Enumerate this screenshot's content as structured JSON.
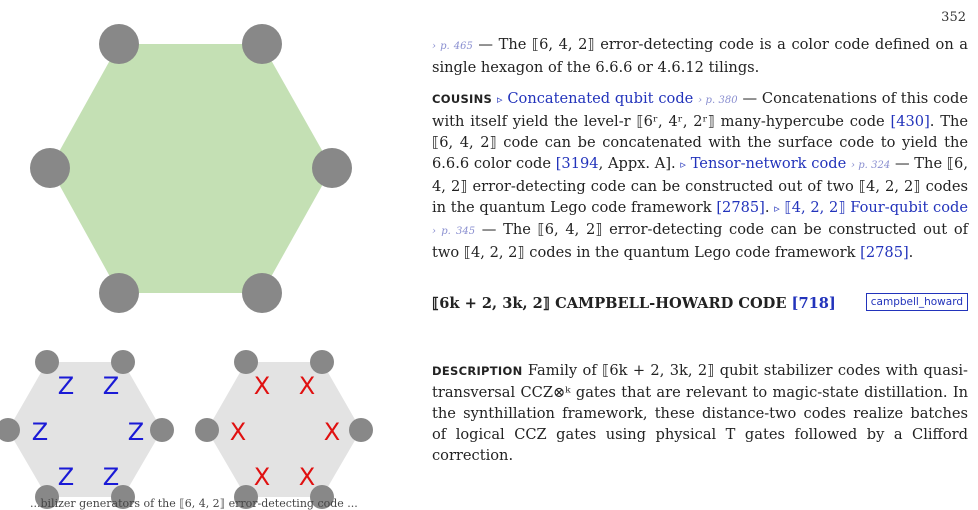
{
  "page_number": "352",
  "top_paragraph": {
    "page_ref": "› p. 465",
    "text": " — The ⟦6, 4, 2⟧ error-detecting code is a color code defined on a single hexagon of the 6.6.6 or 4.6.12 tilings."
  },
  "cousins": {
    "label": "COUSINS",
    "arrow": "▹",
    "concat_link": "Concatenated qubit code",
    "concat_pref": "› p. 380",
    "concat_text": " — Concatenations of this code with itself yield the level-r ⟦6ʳ, 4ʳ, 2ʳ⟧ many-hypercube code ",
    "cite_430": "[430]",
    "mid_text": ". The ⟦6, 4, 2⟧ code can be concatenated with the surface code to yield the 6.6.6 color code ",
    "cite_3194": "[3194",
    "appx_text": ", Appx. A].   ",
    "tn_link": "Tensor-network code",
    "tn_pref": "› p. 324",
    "tn_text": " — The ⟦6, 4, 2⟧ error-detecting code can be constructed out of two ⟦4, 2, 2⟧ codes in the quantum Lego code framework ",
    "cite_2785a": "[2785]",
    "after_a": ".   ",
    "fq_link": "⟦4, 2, 2⟧ Four-qubit code",
    "fq_pref": "› p. 345",
    "fq_text": " — The ⟦6, 4, 2⟧ error-detecting code can be constructed out of two ⟦4, 2, 2⟧ codes in the quantum Lego code framework ",
    "cite_2785b": "[2785]",
    "end": "."
  },
  "heading": {
    "math": "⟦6k + 2, 3k, 2⟧",
    "title": " CAMPBELL-HOWARD CODE ",
    "cite": "[718]",
    "tag": "campbell_howard"
  },
  "description": {
    "label": "DESCRIPTION",
    "text": " Family of ⟦6k + 2, 3k, 2⟧ qubit stabilizer codes with quasi-transversal CCZ⊗ᵏ gates that are relevant to magic-state distillation. In the synthillation framework, these distance-two codes realize batches of logical CCZ gates using physical T gates followed by a Clifford correction."
  },
  "figure_bottom": {
    "z_label": "Z",
    "x_label": "X",
    "z_color": "#1a1ad6",
    "x_color": "#e01010"
  },
  "caption": "...bilizer generators of the ⟦6, 4, 2⟧ error-detecting code ..."
}
